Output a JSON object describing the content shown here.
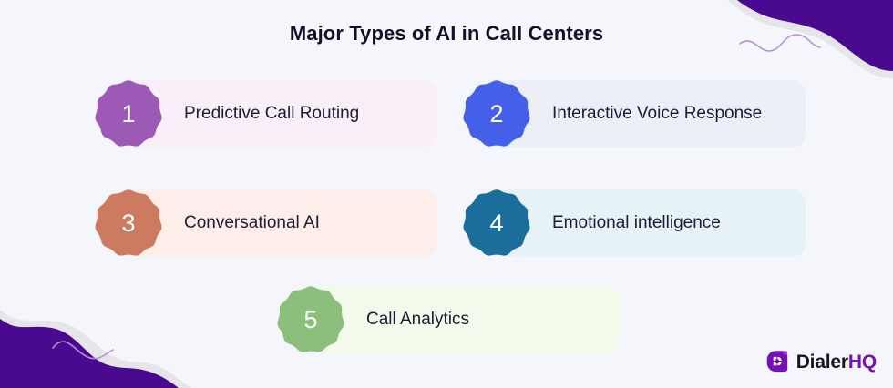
{
  "title": "Major Types of AI in Call Centers",
  "background_color": "#f4f6fc",
  "title_color": "#141028",
  "label_color": "#1e1b35",
  "items": [
    {
      "number": "1",
      "label": "Predictive Call Routing",
      "badge_color": "#9c59b6",
      "pill_color": "#f9eff8",
      "badge_name": "scallop-badge-1"
    },
    {
      "number": "2",
      "label": "Interactive Voice Response",
      "badge_color": "#4560e8",
      "pill_color": "#eceef8",
      "badge_name": "scallop-badge-2"
    },
    {
      "number": "3",
      "label": "Conversational AI",
      "badge_color": "#cd7b60",
      "pill_color": "#fdeeea",
      "badge_name": "scallop-badge-3"
    },
    {
      "number": "4",
      "label": "Emotional intelligence",
      "badge_color": "#1b6e9c",
      "pill_color": "#e7f2f7",
      "badge_name": "scallop-badge-4"
    },
    {
      "number": "5",
      "label": "Call Analytics",
      "badge_color": "#8cbe7c",
      "pill_color": "#f3faec",
      "badge_name": "scallop-badge-5"
    }
  ],
  "decor": {
    "wave_purple": "#4a0a8f",
    "wave_shadow": "#e2e2e6",
    "squiggle": "#b98fd4",
    "top_right_name": "decorative-wave-top-right",
    "bottom_left_name": "decorative-wave-bottom-left"
  },
  "logo": {
    "name_primary": "Dialer",
    "name_accent": "HQ",
    "mark_color": "#7510b8",
    "accent_color": "#7510b8",
    "primary_color": "#17141f"
  }
}
